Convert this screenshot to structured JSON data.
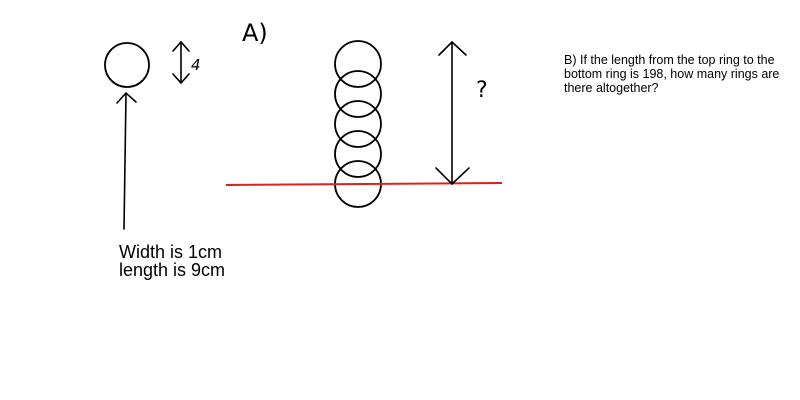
{
  "part_a": {
    "label": "A)",
    "single_ring_height_label": "4",
    "unknown_length_label": "?",
    "ring_width_text": "Width is 1cm",
    "ring_length_text": "length is 9cm",
    "chain_ring_count_shown": 5
  },
  "part_b": {
    "question_text": "B) If the length from the top ring to the bottom ring is 198, how many rings are there altogether?"
  },
  "colors": {
    "ink": "#000000",
    "baseline": "#e02020"
  }
}
